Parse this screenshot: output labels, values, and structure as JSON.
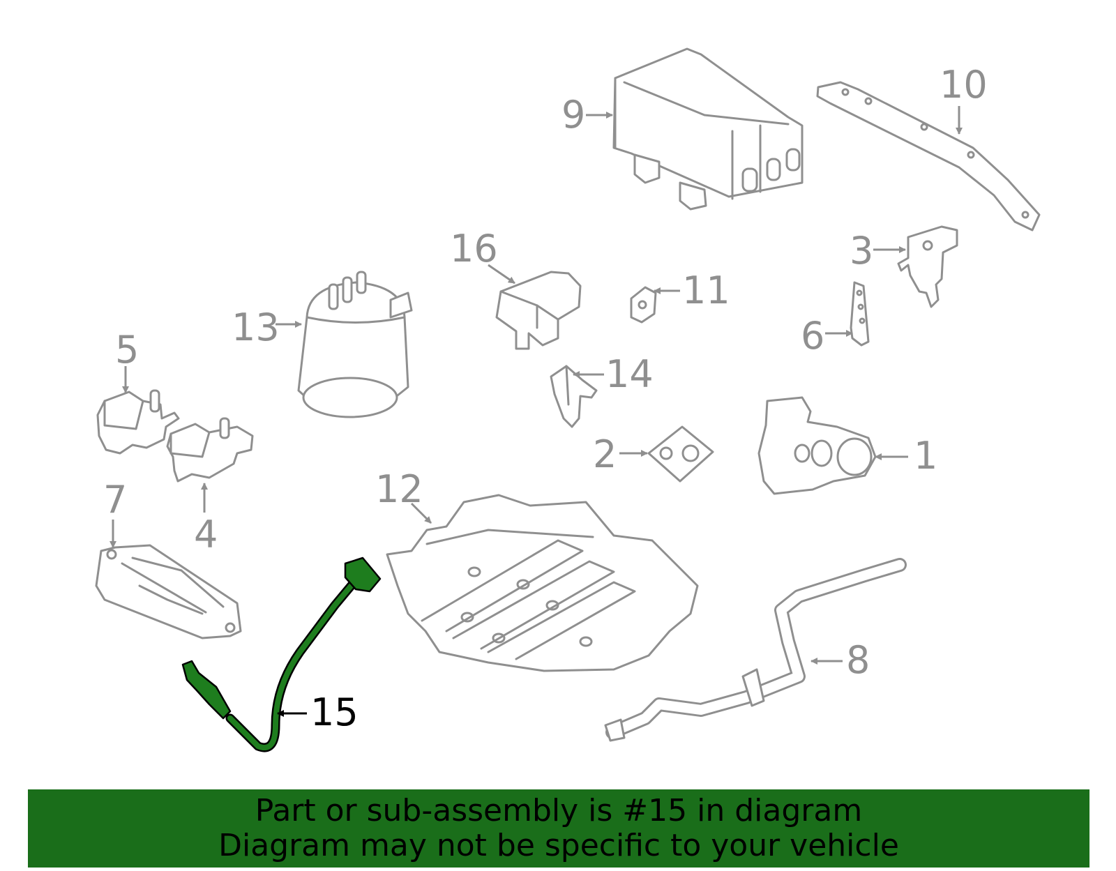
{
  "diagram": {
    "labels": {
      "p1": "1",
      "p2": "2",
      "p3": "3",
      "p4": "4",
      "p5": "5",
      "p6": "6",
      "p7": "7",
      "p8": "8",
      "p9": "9",
      "p10": "10",
      "p11": "11",
      "p12": "12",
      "p13": "13",
      "p14": "14",
      "p15": "15",
      "p16": "16"
    },
    "highlighted_part": "15",
    "colors": {
      "part_outline": "#8f8f8f",
      "highlight": "#1e7d1e",
      "banner": "#1a6e1a"
    }
  },
  "banner": {
    "line1": "Part or sub-assembly is #15 in diagram",
    "line2": "Diagram may not be specific to your vehicle"
  }
}
